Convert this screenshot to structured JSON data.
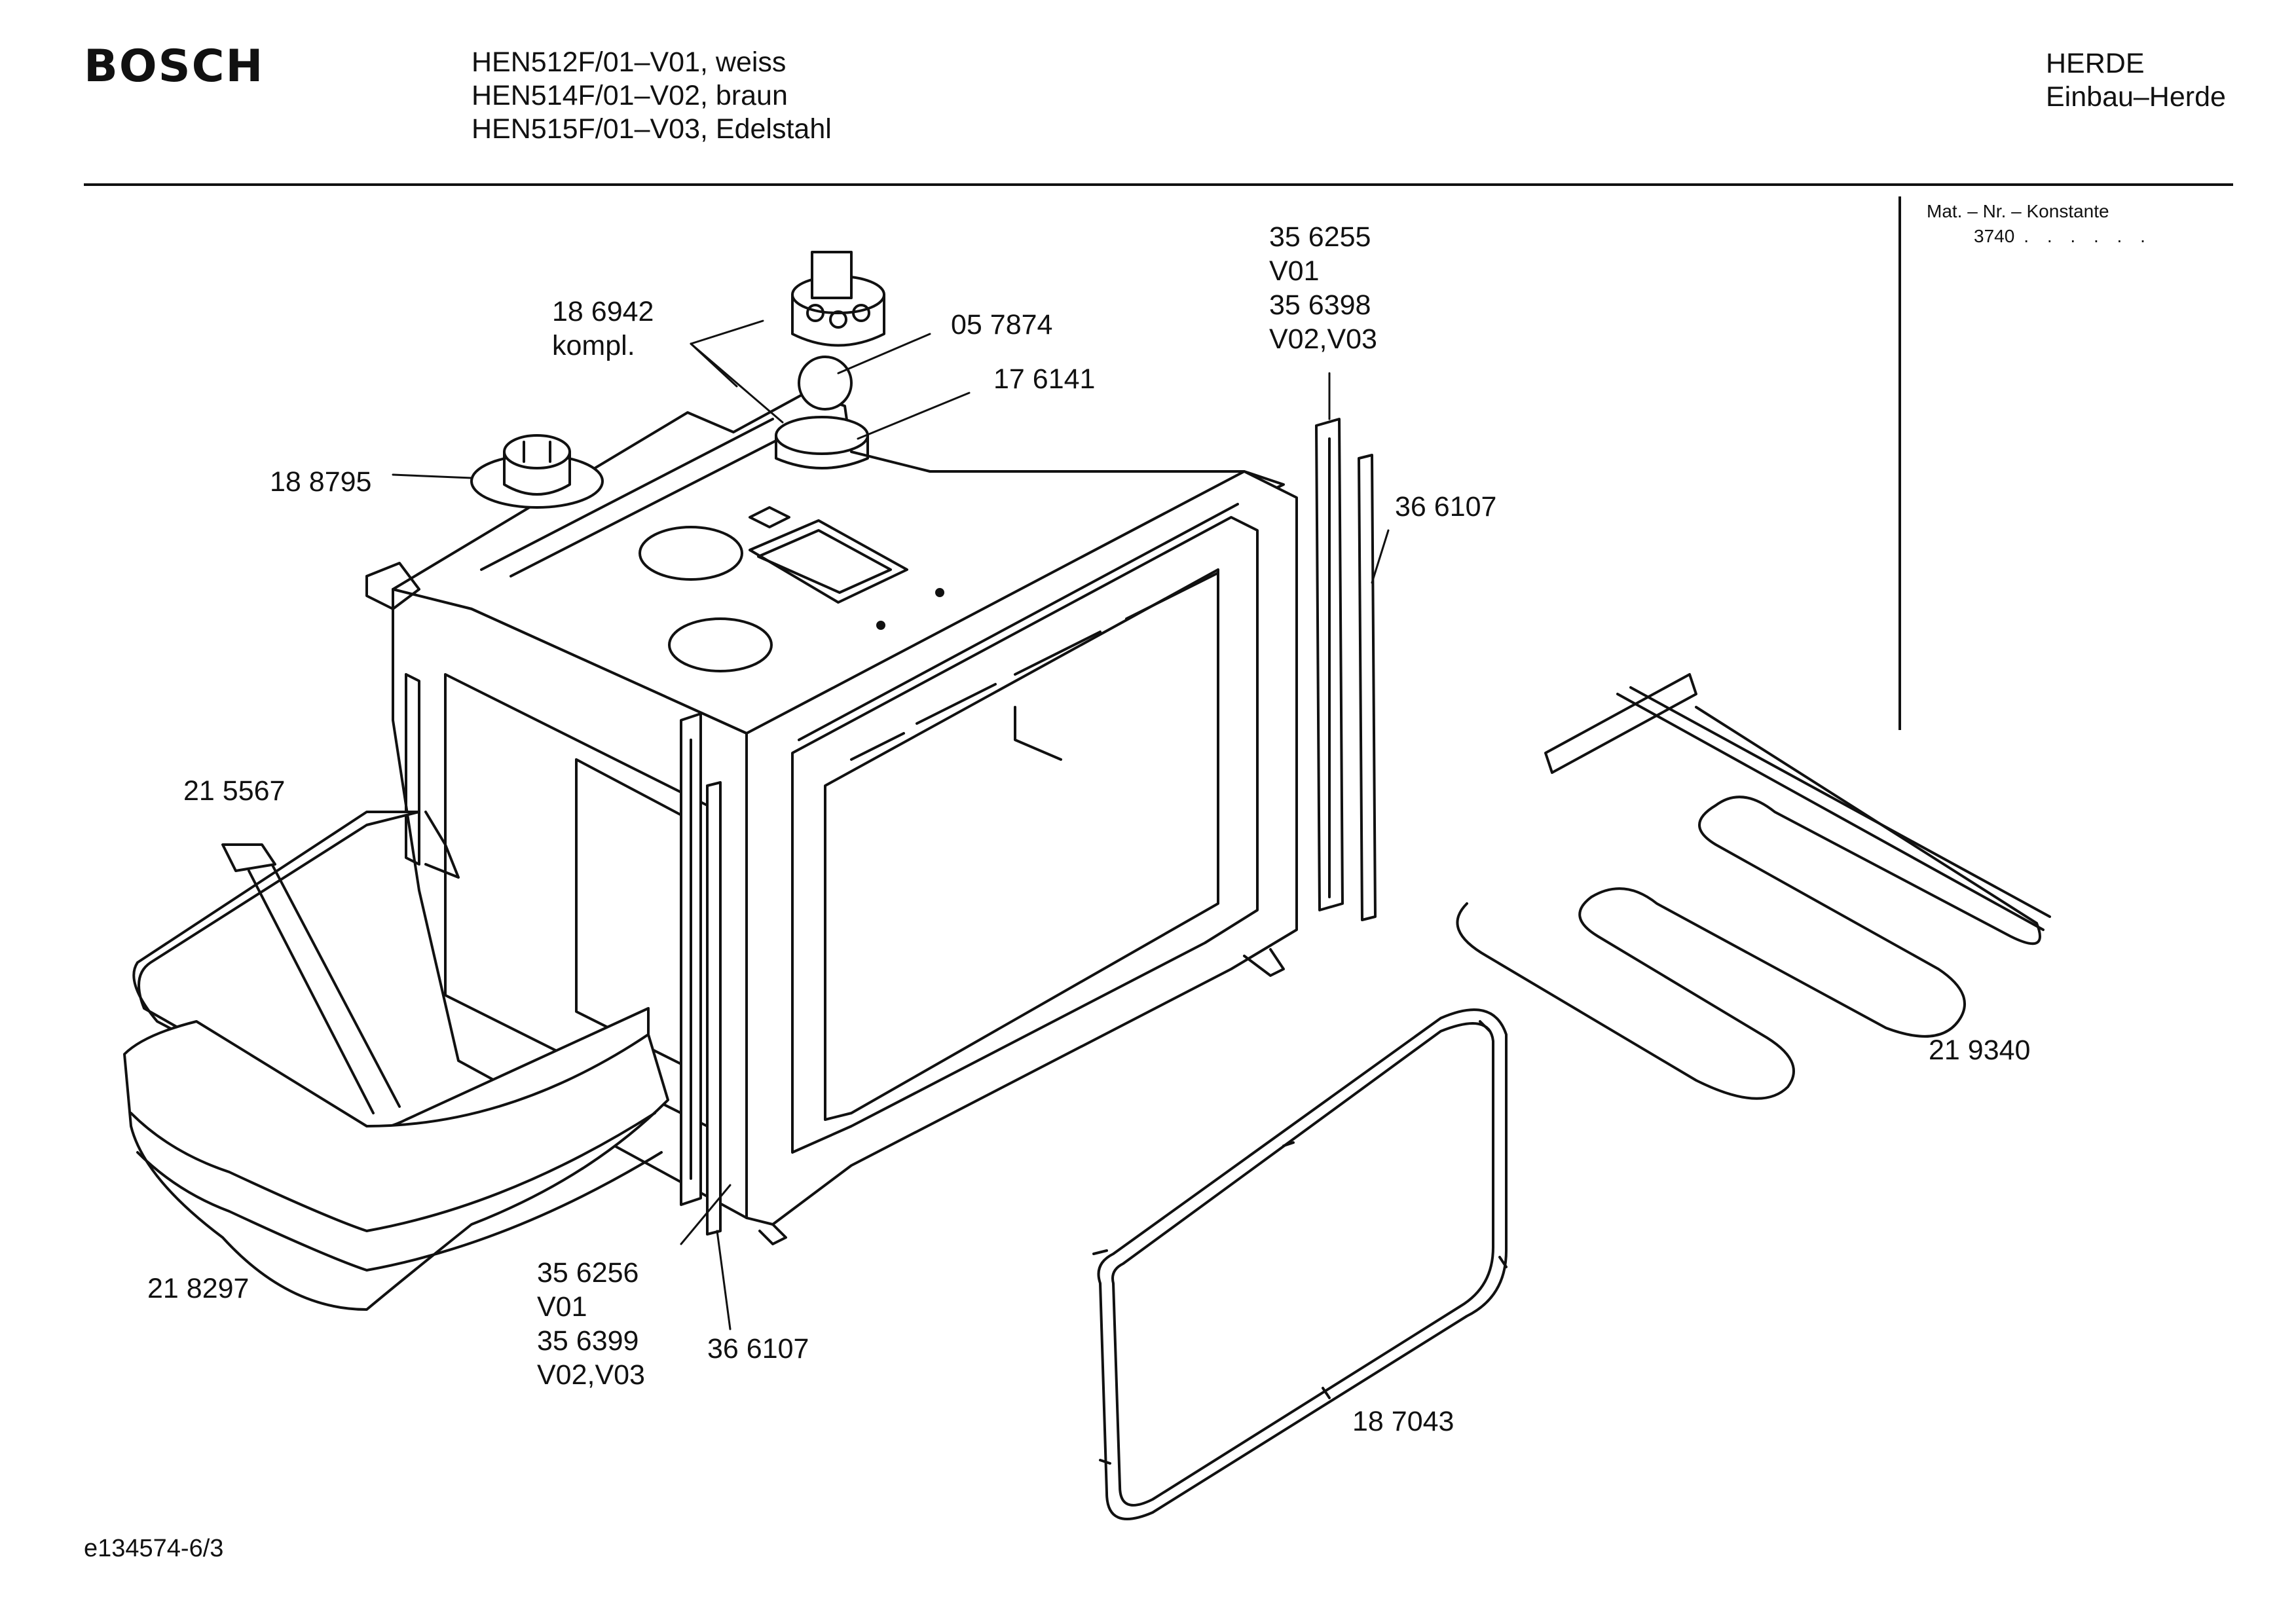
{
  "header": {
    "brand": "BOSCH",
    "models": [
      "HEN512F/01–V01, weiss",
      "HEN514F/01–V02, braun",
      "HEN515F/01–V03, Edelstahl"
    ],
    "category": "HERDE",
    "subcategory": "Einbau–Herde"
  },
  "material_box": {
    "label": "Mat. – Nr. – Konstante",
    "value": "3740",
    "dots": ". .   . . . ."
  },
  "parts": {
    "p186942": {
      "number": "18 6942",
      "note": "kompl."
    },
    "p057874": {
      "number": "05 7874"
    },
    "p176141": {
      "number": "17 6141"
    },
    "p188795": {
      "number": "18 8795"
    },
    "p356255": {
      "number": "35 6255",
      "v1": "V01",
      "number2": "35 6398",
      "v2": "V02,V03"
    },
    "p366107a": {
      "number": "36 6107"
    },
    "p215567": {
      "number": "21 5567"
    },
    "p219340": {
      "number": "21 9340"
    },
    "p218297": {
      "number": "21 8297"
    },
    "p356256": {
      "number": "35 6256",
      "v1": "V01",
      "number2": "35 6399",
      "v2": "V02,V03"
    },
    "p366107b": {
      "number": "36 6107"
    },
    "p187043": {
      "number": "18 7043"
    }
  },
  "footer": {
    "code": "e134574-6/3"
  },
  "colors": {
    "ink": "#111111",
    "paper": "#ffffff"
  }
}
